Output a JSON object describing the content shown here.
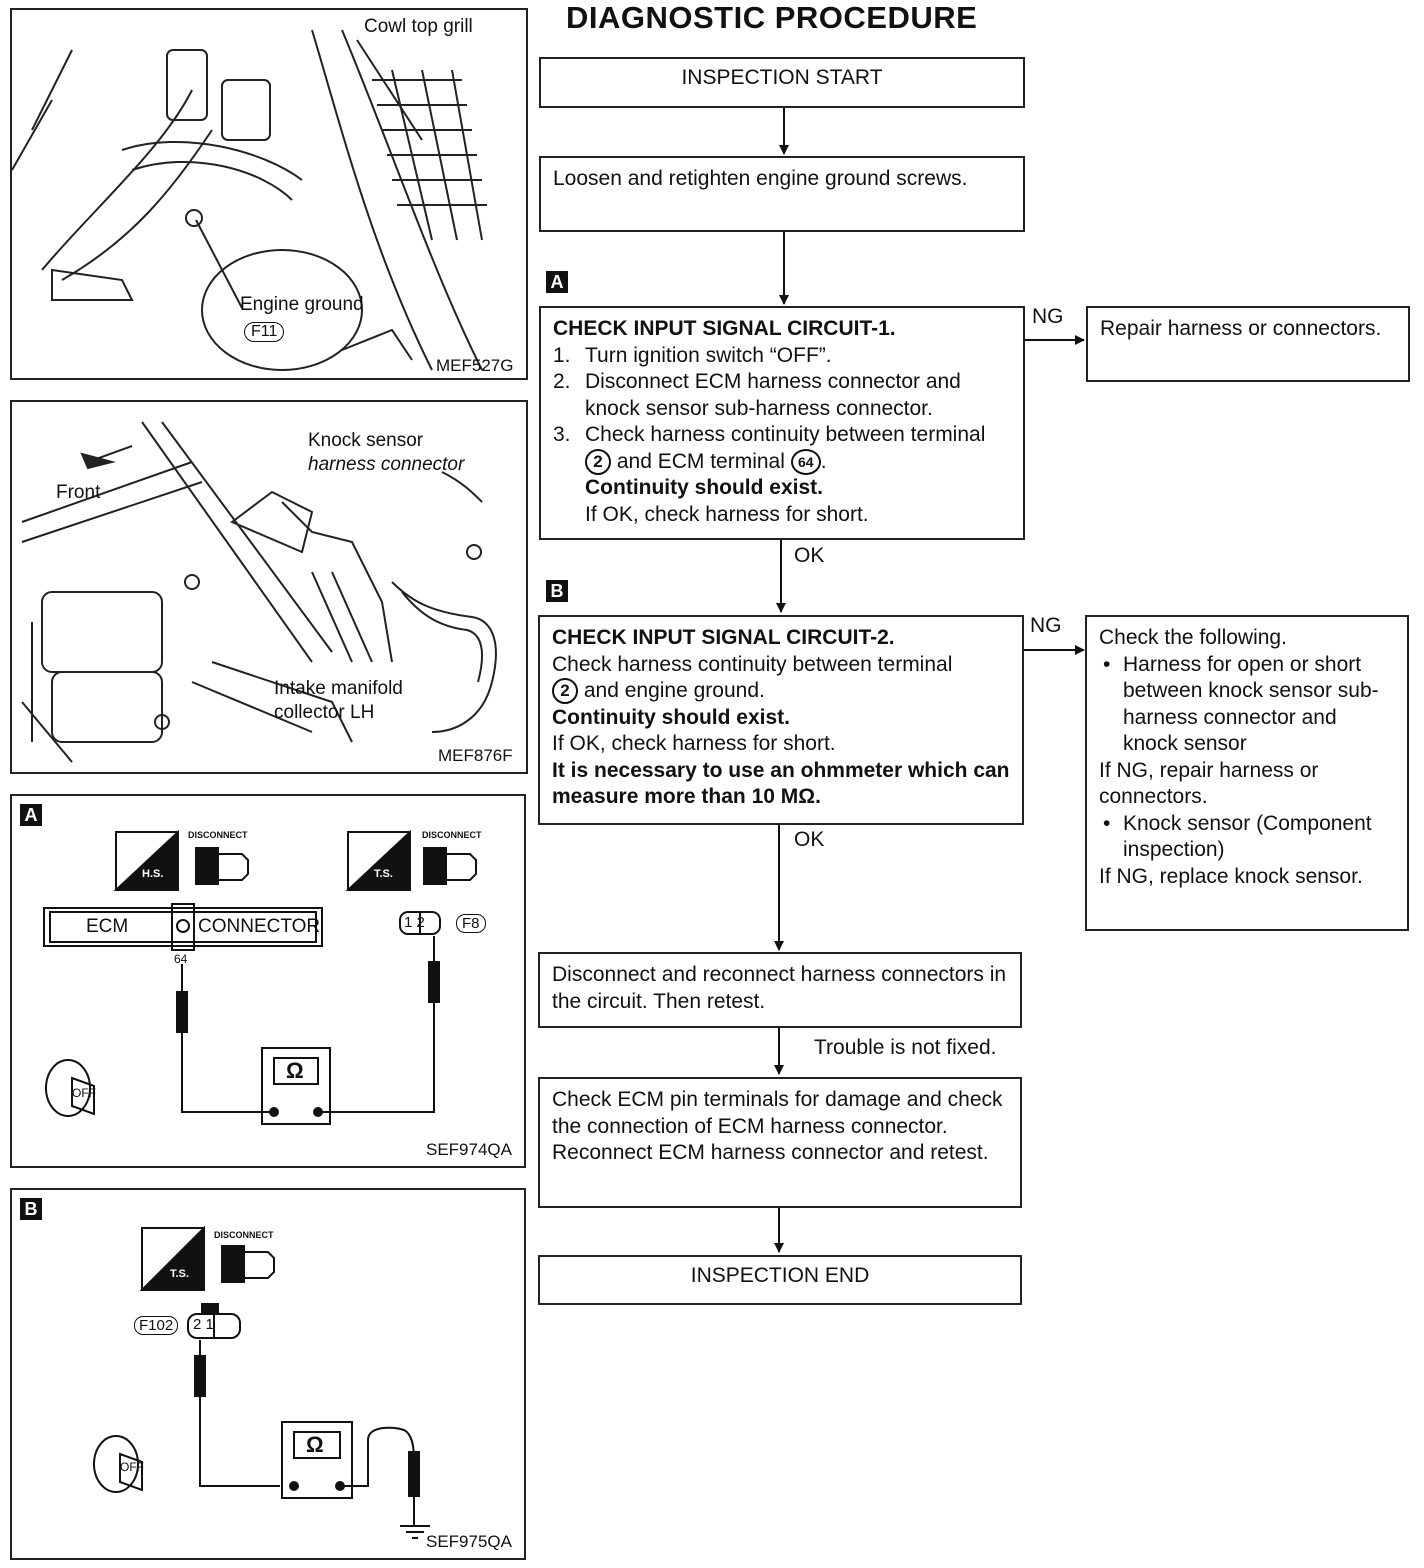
{
  "title": "DIAGNOSTIC PROCEDURE",
  "figures": {
    "fig1": {
      "cowl": "Cowl top grill",
      "ground": "Engine ground",
      "conn": "F11",
      "code": "MEF527G"
    },
    "fig2": {
      "knock1": "Knock sensor",
      "knock2": "harness connector",
      "front": "Front",
      "intake1": "Intake manifold",
      "intake2": "collector LH",
      "code": "MEF876F"
    },
    "figA": {
      "tag": "A",
      "hs": "H.S.",
      "ts": "T.S.",
      "disconnect": "DISCONNECT",
      "ecm": "ECM",
      "connector": "CONNECTOR",
      "terminal": "64",
      "pins": "1 2",
      "conn": "F8",
      "ohm": "Ω",
      "off": "OFF",
      "code": "SEF974QA"
    },
    "figB": {
      "tag": "B",
      "ts": "T.S.",
      "disconnect": "DISCONNECT",
      "conn": "F102",
      "pins": "2 1",
      "ohm": "Ω",
      "off": "OFF",
      "code": "SEF975QA"
    }
  },
  "flow": {
    "start": "INSPECTION START",
    "loosen": "Loosen and retighten engine ground screws.",
    "tagA": "A",
    "stepA": {
      "title": "CHECK INPUT SIGNAL CIRCUIT-1.",
      "s1n": "1.",
      "s1": "Turn ignition switch “OFF”.",
      "s2n": "2.",
      "s2": "Disconnect ECM harness connector and knock sensor sub-harness connector.",
      "s3n": "3.",
      "s3a": "Check harness continuity between terminal",
      "t1": "2",
      "s3b": "and ECM terminal",
      "t2": "64",
      "s3c": ".",
      "bold": "Continuity should exist.",
      "ok": "If OK, check harness for short."
    },
    "ng1": "NG",
    "ng1box": "Repair harness or connectors.",
    "ok1": "OK",
    "tagB": "B",
    "stepB": {
      "title": "CHECK INPUT SIGNAL CIRCUIT-2.",
      "l1": "Check harness continuity between terminal",
      "t1": "2",
      "l2": "and engine ground.",
      "bold1": "Continuity should exist.",
      "ok": "If OK, check harness for short.",
      "bold2": "It is necessary to use an ohmmeter which can measure more than 10 MΩ."
    },
    "ng2": "NG",
    "ng2box": {
      "head": "Check the following.",
      "b1": "Harness for open or short between knock sensor sub-harness connector and knock sensor",
      "n1": "If NG, repair harness or connectors.",
      "b2": "Knock sensor (Component inspection)",
      "n2": "If NG, replace knock sensor."
    },
    "ok2": "OK",
    "reconnect": "Disconnect and reconnect harness connectors in the circuit. Then retest.",
    "notfixed": "Trouble is not fixed.",
    "checkecm": "Check ECM pin terminals for damage and check the connection of ECM harness connector. Reconnect ECM harness connector and retest.",
    "end": "INSPECTION END"
  }
}
